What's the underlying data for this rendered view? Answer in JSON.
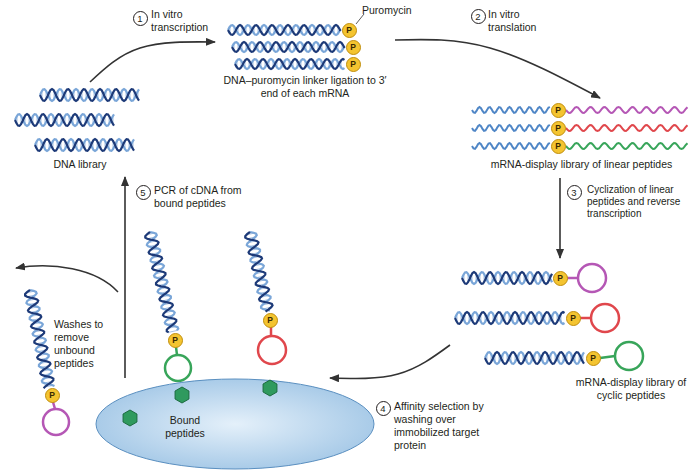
{
  "diagram": {
    "nodes": [
      {
        "text": [
          "DNA library"
        ]
      },
      {
        "text": [
          "DNA–puromycin linker ligation to 3′ end of each mRNA"
        ]
      },
      {
        "text": [
          "mRNA-display library of linear peptides"
        ]
      },
      {
        "text": [
          "mRNA-display library of cyclic peptides"
        ]
      },
      {
        "text": [
          "Bound peptides"
        ]
      }
    ],
    "edges": [
      {
        "from": 0,
        "to": 1,
        "arrow": "to",
        "label": "In vitro transcription"
      },
      {
        "from": 1,
        "to": 2,
        "arrow": "to",
        "label": "In vitro translation"
      },
      {
        "from": 2,
        "to": 3,
        "arrow": "to",
        "label": "Cyclization of linear peptides and reverse transcription"
      },
      {
        "from": 3,
        "to": 4,
        "arrow": "to",
        "label": "Affinity selection by washing over immobilized target protein"
      },
      {
        "from": 4,
        "to": 0,
        "arrow": "to",
        "label": "PCR of cDNA from bound peptides"
      }
    ],
    "labels": [
      "1",
      "2",
      "3",
      "4",
      "5",
      "Puromycin",
      "Washes to remove unbound peptides",
      "P",
      "P",
      "P",
      "P",
      "P",
      "P",
      "P",
      "P",
      "P",
      "P",
      "P",
      "P"
    ]
  }
}
